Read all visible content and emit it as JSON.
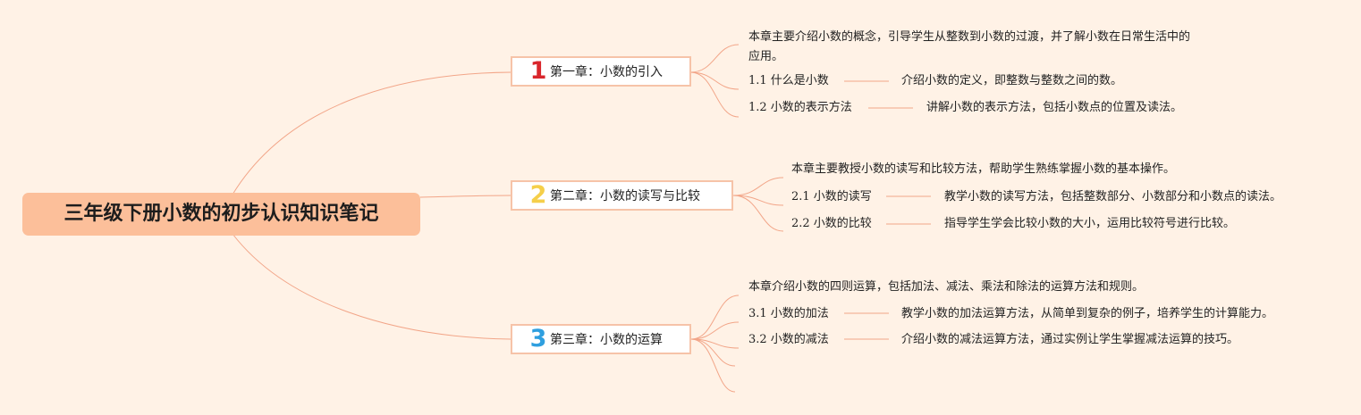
{
  "title": "三年级下册小数的初步认识知识笔记",
  "colors": {
    "background": "#fff2e6",
    "root_fill": "#fcbf9a",
    "connector": "#f2a588",
    "chapter_border": "#f6c3a8",
    "num1": "#d9262c",
    "num2": "#f5cf4a",
    "num3": "#2f9fdf"
  },
  "chapters": [
    {
      "num": "1",
      "title": "第一章：小数的引入",
      "summary": "本章主要介绍小数的概念，引导学生从整数到小数的过渡，并了解小数在日常生活中的应用。",
      "sections": [
        {
          "label": "1.1 什么是小数",
          "desc": "介绍小数的定义，即整数与整数之间的数。"
        },
        {
          "label": "1.2 小数的表示方法",
          "desc": "讲解小数的表示方法，包括小数点的位置及读法。"
        }
      ]
    },
    {
      "num": "2",
      "title": "第二章：小数的读写与比较",
      "summary": "本章主要教授小数的读写和比较方法，帮助学生熟练掌握小数的基本操作。",
      "sections": [
        {
          "label": "2.1 小数的读写",
          "desc": "教学小数的读写方法，包括整数部分、小数部分和小数点的读法。"
        },
        {
          "label": "2.2 小数的比较",
          "desc": "指导学生学会比较小数的大小，运用比较符号进行比较。"
        }
      ]
    },
    {
      "num": "3",
      "title": "第三章：小数的运算",
      "summary": "本章介绍小数的四则运算，包括加法、减法、乘法和除法的运算方法和规则。",
      "sections": [
        {
          "label": "3.1 小数的加法",
          "desc": "教学小数的加法运算方法，从简单到复杂的例子，培养学生的计算能力。"
        },
        {
          "label": "3.2 小数的减法",
          "desc": "介绍小数的减法运算方法，通过实例让学生掌握减法运算的技巧。"
        }
      ]
    }
  ]
}
